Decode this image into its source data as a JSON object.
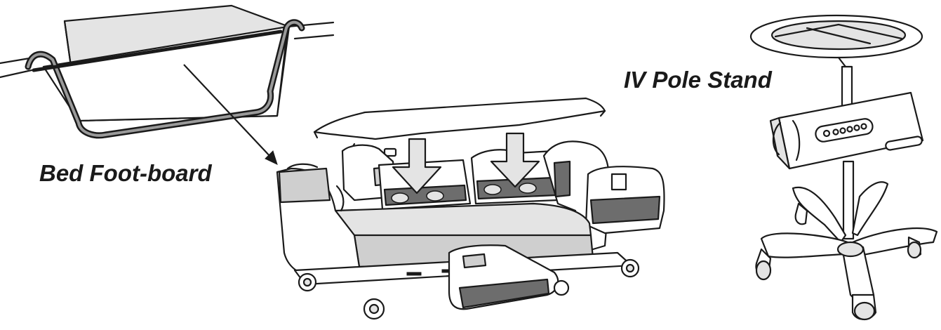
{
  "labels": {
    "footboard": "Bed Foot-board",
    "iv_pole": "IV Pole Stand"
  },
  "colors": {
    "line": "#1a1a1a",
    "light_fill": "#e4e4e4",
    "mid_fill": "#cfcfcf",
    "dark_fill": "#6d6d6d",
    "background": "#ffffff"
  },
  "arrows": {
    "callout": "arrow-pointing-from-footboard-detail-to-bed",
    "placement_arrows": 2
  }
}
